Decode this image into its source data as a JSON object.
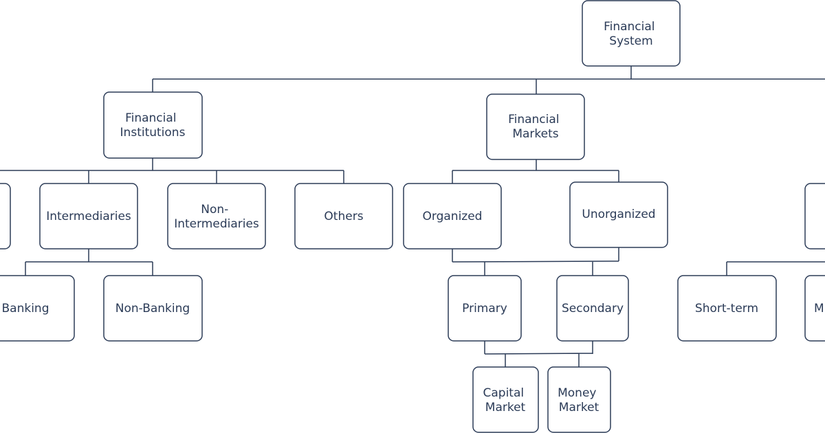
{
  "diagram": {
    "nodes": {
      "financial_system": [
        "Financial",
        "System"
      ],
      "financial_institutions": [
        "Financial",
        "Institutions"
      ],
      "financial_markets": [
        "Financial",
        "Markets"
      ],
      "intermediaries": [
        "Intermediaries"
      ],
      "non_intermediaries": [
        "Non-",
        "Intermediaries"
      ],
      "others": [
        "Others"
      ],
      "organized": [
        "Organized"
      ],
      "unorganized": [
        "Unorganized"
      ],
      "banking": [
        "Banking"
      ],
      "non_banking": [
        "Non-Banking"
      ],
      "primary": [
        "Primary"
      ],
      "secondary": [
        "Secondary"
      ],
      "short_term": [
        "Short-term"
      ],
      "capital_market": [
        "Capital",
        "Market"
      ],
      "money_market": [
        "Money",
        "Market"
      ],
      "partial_m": [
        "M"
      ]
    }
  }
}
